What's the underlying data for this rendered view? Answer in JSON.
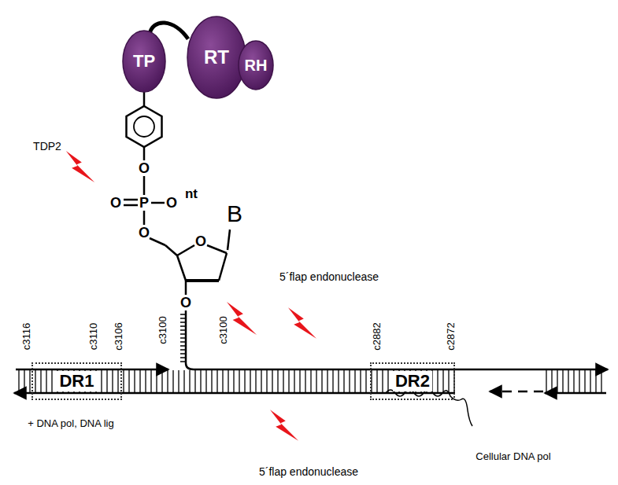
{
  "diagram": {
    "nodes": [
      {
        "text": [
          "TP"
        ]
      },
      {
        "text": [
          "RT"
        ]
      },
      {
        "text": [
          "RH"
        ]
      },
      {
        "text": [
          "DR1"
        ]
      },
      {
        "text": [
          "DR2"
        ]
      }
    ],
    "edges": [
      {
        "from": 0,
        "to": 1,
        "arrow": "none"
      }
    ],
    "labels": [
      "TDP2",
      "O",
      "O",
      "P",
      "O",
      "O",
      "nt",
      "B",
      "O",
      "O",
      "5´flap endonuclease",
      "c3116",
      "c3110",
      "c3106",
      "c3100",
      "c3100",
      "c2882",
      "c2872",
      "+ DNA pol, DNA lig",
      "Cellular DNA pol",
      "5´flap endonuclease"
    ]
  }
}
